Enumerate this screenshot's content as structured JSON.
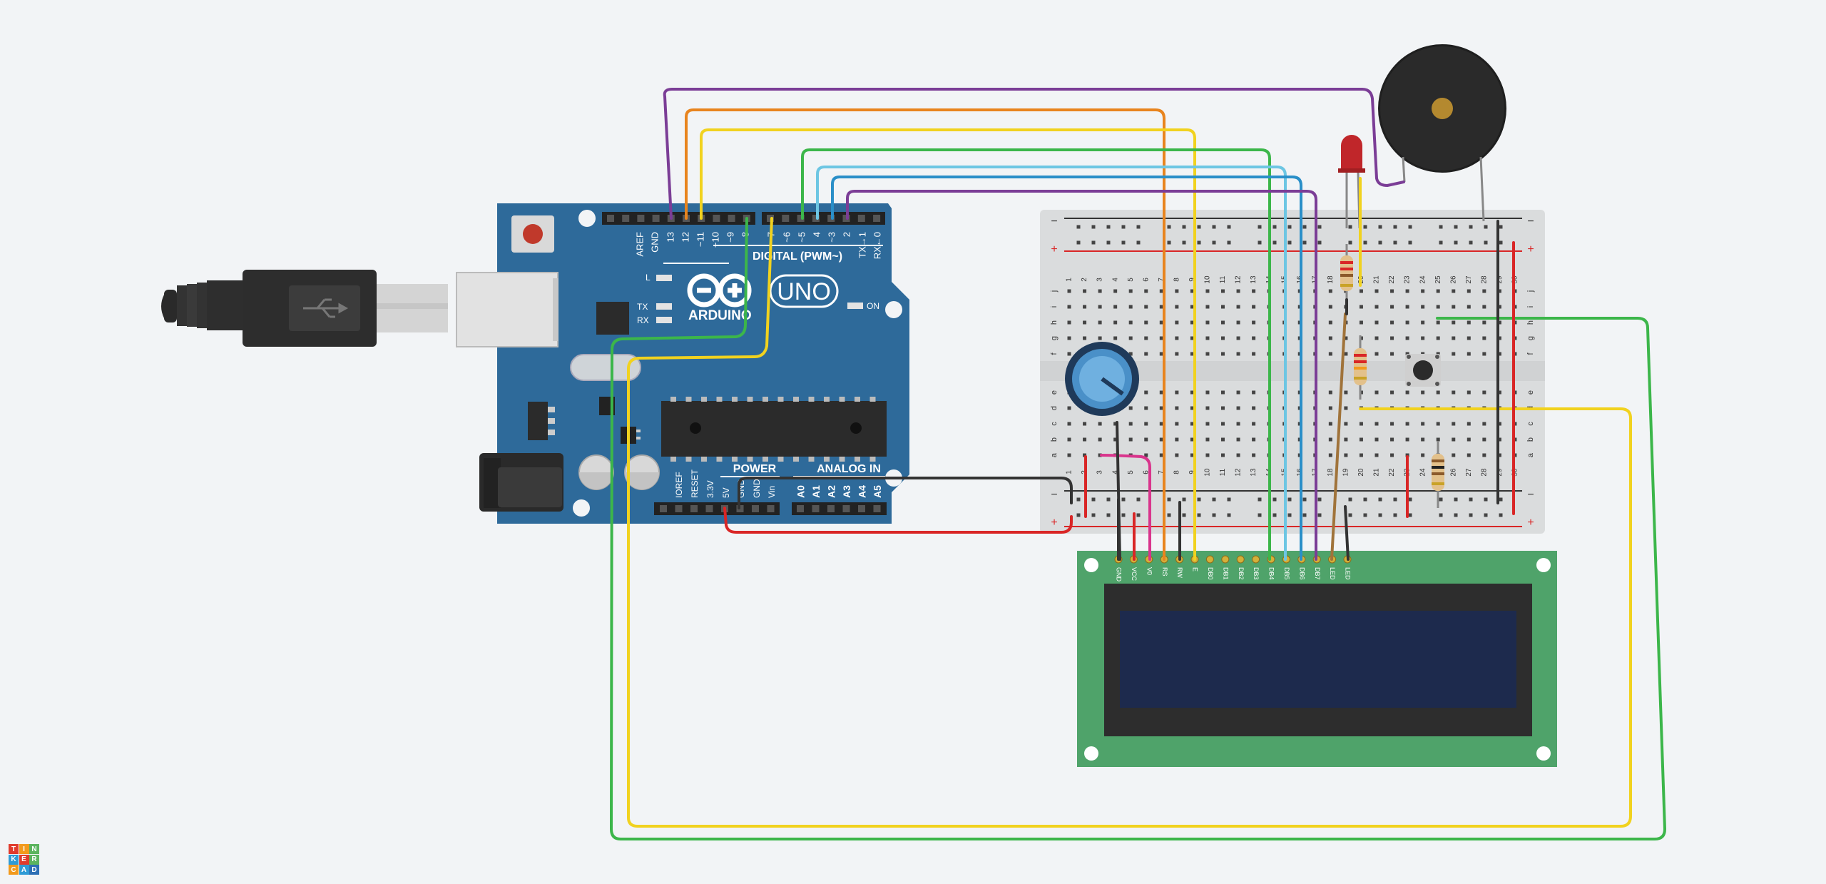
{
  "logo": {
    "letters": [
      "T",
      "I",
      "N",
      "K",
      "E",
      "R",
      "C",
      "A",
      "D"
    ],
    "colors": [
      "#e03b2d",
      "#f29a1d",
      "#5bb45e",
      "#2f9bd6",
      "#e03b2d",
      "#5bb45e",
      "#f29a1d",
      "#2f9bd6",
      "#2d6fb5"
    ]
  },
  "arduino": {
    "brand": "ARDUINO",
    "model": "UNO",
    "on_label": "ON",
    "led_labels": [
      "L",
      "TX",
      "RX"
    ],
    "digital_title": "DIGITAL (PWM~)",
    "digital_pins": [
      "AREF",
      "GND",
      "13",
      "12",
      "~11",
      "~10",
      "~9",
      "8",
      "7",
      "~6",
      "~5",
      "4",
      "~3",
      "2",
      "TX→1",
      "RX←0"
    ],
    "power_title": "POWER",
    "power_pins": [
      "IOREF",
      "RESET",
      "3.3V",
      "5V",
      "GND",
      "GND",
      "Vin"
    ],
    "analog_title": "ANALOG IN",
    "analog_pins": [
      "A0",
      "A1",
      "A2",
      "A3",
      "A4",
      "A5"
    ],
    "colors": {
      "board": "#2e6a9a",
      "chip": "#2b2b2b"
    }
  },
  "breadboard": {
    "rows_top": [
      "j",
      "i",
      "h",
      "g",
      "f"
    ],
    "rows_bottom": [
      "e",
      "d",
      "c",
      "b",
      "a"
    ],
    "column_numbers": [
      "1",
      "2",
      "3",
      "4",
      "5",
      "6",
      "7",
      "8",
      "9",
      "10",
      "11",
      "12",
      "13",
      "14",
      "15",
      "16",
      "17",
      "18",
      "19",
      "20",
      "21",
      "22",
      "23",
      "24",
      "25",
      "26",
      "27",
      "28",
      "29",
      "30"
    ],
    "rail_minus": "−",
    "rail_plus": "+"
  },
  "lcd": {
    "pins": [
      "GND",
      "VCC",
      "V0",
      "RS",
      "RW",
      "E",
      "DB0",
      "DB1",
      "DB2",
      "DB3",
      "DB4",
      "DB5",
      "DB6",
      "DB7",
      "LED",
      "LED"
    ],
    "colors": {
      "pcb": "#4fa36a",
      "screen": "#1d2a4d"
    }
  },
  "wire_colors": {
    "purple": "#7b3d96",
    "orange": "#e8841e",
    "yellow": "#f1d21f",
    "green": "#3cb64a",
    "light_blue": "#6dc6e3",
    "blue": "#2a8fc8",
    "black": "#333333",
    "red": "#d92626",
    "pink": "#d9348c",
    "brown": "#a0733a"
  }
}
